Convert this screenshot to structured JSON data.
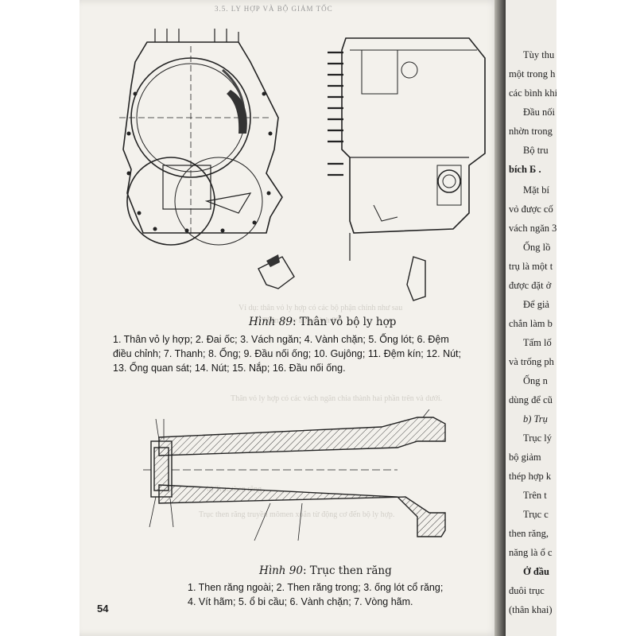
{
  "running_head": "3.5. LY HỢP VÀ BỘ GIẢM TỐC",
  "figure89": {
    "title_prefix": "Hình 89",
    "title_text": ": Thân vỏ bộ ly hợp",
    "lines": [
      "1. Thân vỏ ly hợp; 2. Đai ốc; 3. Vách ngăn; 4. Vành chặn; 5. Ống lót; 6. Đệm",
      "điều chỉnh; 7. Thanh; 8. Ống; 9. Đầu nối ống; 10. Gujông; 11. Đệm kín; 12. Nút;",
      "13. Ống quan sát; 14. Nút; 15. Nắp; 16. Đầu nối ống."
    ]
  },
  "figure90": {
    "title_prefix": "Hình 90",
    "title_text": ": Trục then răng",
    "lines": [
      "1. Then răng ngoài; 2. Then răng trong; 3. ống lót cổ răng;",
      "4. Vít hãm; 5. ổ bi cầu; 6. Vành chặn; 7. Vòng hãm."
    ]
  },
  "page_number": "54",
  "right_page_lines": [
    "Tùy thu",
    "một trong h",
    "các bình khí",
    "Đầu nối",
    "nhờn trong",
    "Bộ tru",
    "bích  Б .",
    "Mặt bí",
    "vỏ được cố",
    "vách ngăn 3",
    "Ống lồ",
    "trụ là một t",
    "được đặt ở",
    "Để giả",
    "chắn làm b",
    "Tấm lố",
    "và trống ph",
    "Ống n",
    "dùng để cũ",
    "b) Trụ",
    "Trục lý",
    "bộ giảm",
    "thép hợp k",
    "Trên t",
    "Trục c",
    "then răng,",
    "năng là ổ c",
    "Ở đầu",
    "đuôi  trục",
    "(thân khai)"
  ],
  "ghost_text": [
    "Ví dụ: thân vỏ ly hợp có các bộ phận chính như sau",
    "a) Thân vỏ ly hợp (hình 89)",
    "Thân vỏ ly hợp có các vách ngăn chia thành hai phần trên và dưới.",
    "b) Trục then răng",
    "Trục then răng truyền mômen xoắn từ động cơ đến bộ ly hợp."
  ]
}
